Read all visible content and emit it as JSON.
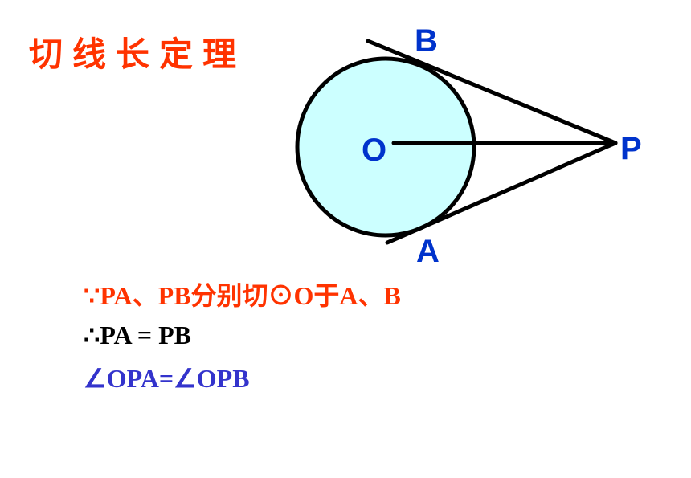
{
  "title": "切线长定理",
  "colors": {
    "title": "#ff3300",
    "premise": "#ff3300",
    "conclusion1": "#000000",
    "conclusion2": "#3333cc",
    "labels": "#0033cc",
    "circle_fill": "#ccffff",
    "stroke": "#000000"
  },
  "figure": {
    "labels": {
      "center": "O",
      "point_p": "P",
      "point_a": "A",
      "point_b": "B"
    }
  },
  "statements": {
    "premise": "∵PA、PB分别切⊙O于A、B",
    "conclusion1": "∴PA =  PB",
    "conclusion2": "∠OPA=∠OPB"
  }
}
